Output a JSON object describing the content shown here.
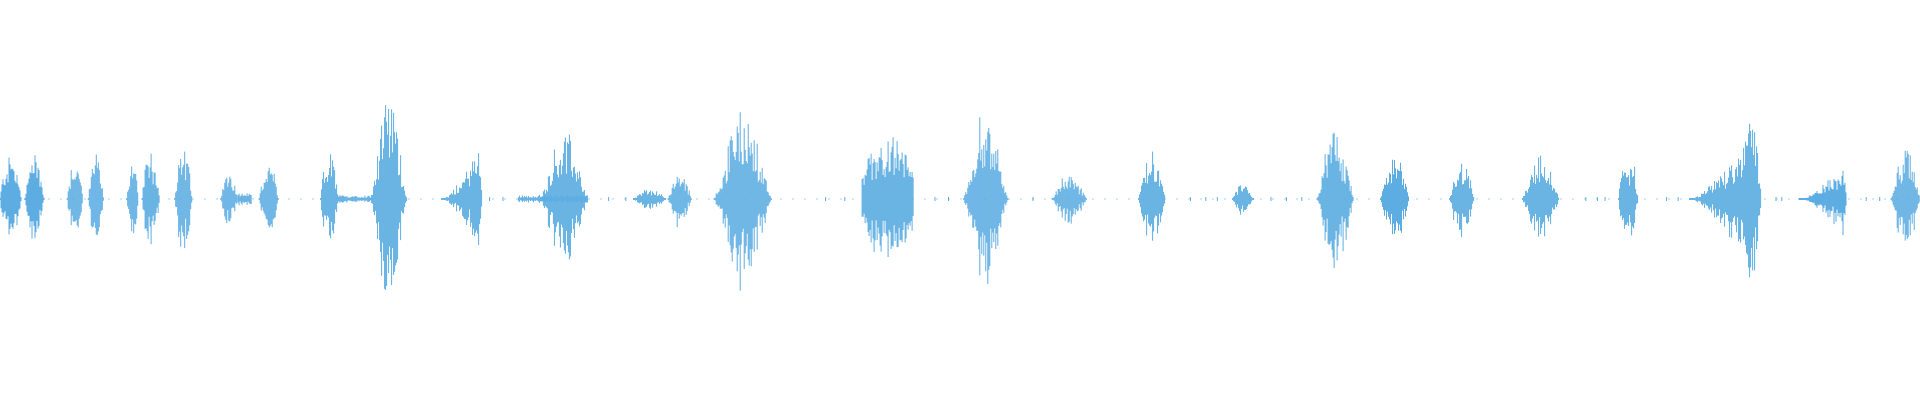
{
  "waveform": {
    "color": "#5dade2",
    "background": "#ffffff",
    "baseline_amplitude": 0.006,
    "segments": [
      {
        "start": 0.0,
        "end": 0.011,
        "peak": 0.2,
        "shape": "spiky"
      },
      {
        "start": 0.013,
        "end": 0.023,
        "peak": 0.22,
        "shape": "burst"
      },
      {
        "start": 0.035,
        "end": 0.043,
        "peak": 0.2,
        "shape": "spiky"
      },
      {
        "start": 0.046,
        "end": 0.054,
        "peak": 0.22,
        "shape": "burst"
      },
      {
        "start": 0.066,
        "end": 0.072,
        "peak": 0.18,
        "shape": "spiky"
      },
      {
        "start": 0.074,
        "end": 0.083,
        "peak": 0.22,
        "shape": "spiky"
      },
      {
        "start": 0.091,
        "end": 0.1,
        "peak": 0.24,
        "shape": "spiky"
      },
      {
        "start": 0.115,
        "end": 0.124,
        "peak": 0.15,
        "shape": "burst"
      },
      {
        "start": 0.124,
        "end": 0.131,
        "peak": 0.05,
        "shape": "flat"
      },
      {
        "start": 0.135,
        "end": 0.145,
        "peak": 0.18,
        "shape": "burst"
      },
      {
        "start": 0.167,
        "end": 0.176,
        "peak": 0.22,
        "shape": "spiky"
      },
      {
        "start": 0.176,
        "end": 0.193,
        "peak": 0.03,
        "shape": "flat"
      },
      {
        "start": 0.193,
        "end": 0.212,
        "peak": 0.52,
        "shape": "tall"
      },
      {
        "start": 0.23,
        "end": 0.251,
        "peak": 0.3,
        "shape": "rise"
      },
      {
        "start": 0.27,
        "end": 0.306,
        "peak": 0.03,
        "shape": "flat"
      },
      {
        "start": 0.282,
        "end": 0.306,
        "peak": 0.3,
        "shape": "burst"
      },
      {
        "start": 0.33,
        "end": 0.347,
        "peak": 0.05,
        "shape": "burst"
      },
      {
        "start": 0.348,
        "end": 0.36,
        "peak": 0.14,
        "shape": "burst"
      },
      {
        "start": 0.372,
        "end": 0.402,
        "peak": 0.42,
        "shape": "tall"
      },
      {
        "start": 0.449,
        "end": 0.476,
        "peak": 0.3,
        "shape": "wide"
      },
      {
        "start": 0.502,
        "end": 0.525,
        "peak": 0.42,
        "shape": "tall"
      },
      {
        "start": 0.548,
        "end": 0.566,
        "peak": 0.12,
        "shape": "burst"
      },
      {
        "start": 0.593,
        "end": 0.607,
        "peak": 0.22,
        "shape": "burst"
      },
      {
        "start": 0.642,
        "end": 0.653,
        "peak": 0.08,
        "shape": "burst"
      },
      {
        "start": 0.686,
        "end": 0.705,
        "peak": 0.32,
        "shape": "burst"
      },
      {
        "start": 0.719,
        "end": 0.734,
        "peak": 0.2,
        "shape": "burst"
      },
      {
        "start": 0.755,
        "end": 0.768,
        "peak": 0.2,
        "shape": "burst"
      },
      {
        "start": 0.793,
        "end": 0.812,
        "peak": 0.2,
        "shape": "burst"
      },
      {
        "start": 0.843,
        "end": 0.853,
        "peak": 0.2,
        "shape": "spiky"
      },
      {
        "start": 0.88,
        "end": 0.917,
        "peak": 0.48,
        "shape": "rise"
      },
      {
        "start": 0.937,
        "end": 0.962,
        "peak": 0.2,
        "shape": "rise"
      },
      {
        "start": 0.985,
        "end": 1.0,
        "peak": 0.24,
        "shape": "burst"
      }
    ],
    "dots": [
      0.255,
      0.262,
      0.272,
      0.317,
      0.326,
      0.43,
      0.44,
      0.487,
      0.494,
      0.538,
      0.62,
      0.628,
      0.634,
      0.662,
      0.67,
      0.678,
      0.826,
      0.832,
      0.836,
      0.868,
      0.874,
      0.925,
      0.928,
      0.972,
      0.979
    ]
  }
}
